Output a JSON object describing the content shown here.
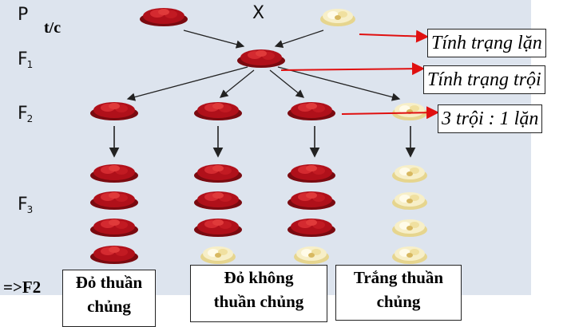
{
  "generations": {
    "p": "P",
    "f1": "F",
    "f1_sub": "1",
    "f2": "F",
    "f2_sub": "2",
    "f3": "F",
    "f3_sub": "3",
    "tc": "t/c",
    "cross": "X"
  },
  "callouts": {
    "recessive": "Tính trạng lặn",
    "dominant": "Tính trạng trội",
    "ratio": "3 trội : 1 lặn"
  },
  "conclusion": {
    "prefix": "=>F2",
    "red_pure_line1": "Đỏ thuần",
    "red_pure_line2": "chủng",
    "red_hetero_line1": "Đỏ không",
    "red_hetero_line2": "thuần chủng",
    "white_pure_line1": "Trắng thuần",
    "white_pure_line2": "chủng"
  },
  "colors": {
    "red_flower": "#b0101a",
    "white_flower": "#f3e6b0",
    "callout_arrow": "#e01010",
    "background_panel": "#dde4ee"
  }
}
